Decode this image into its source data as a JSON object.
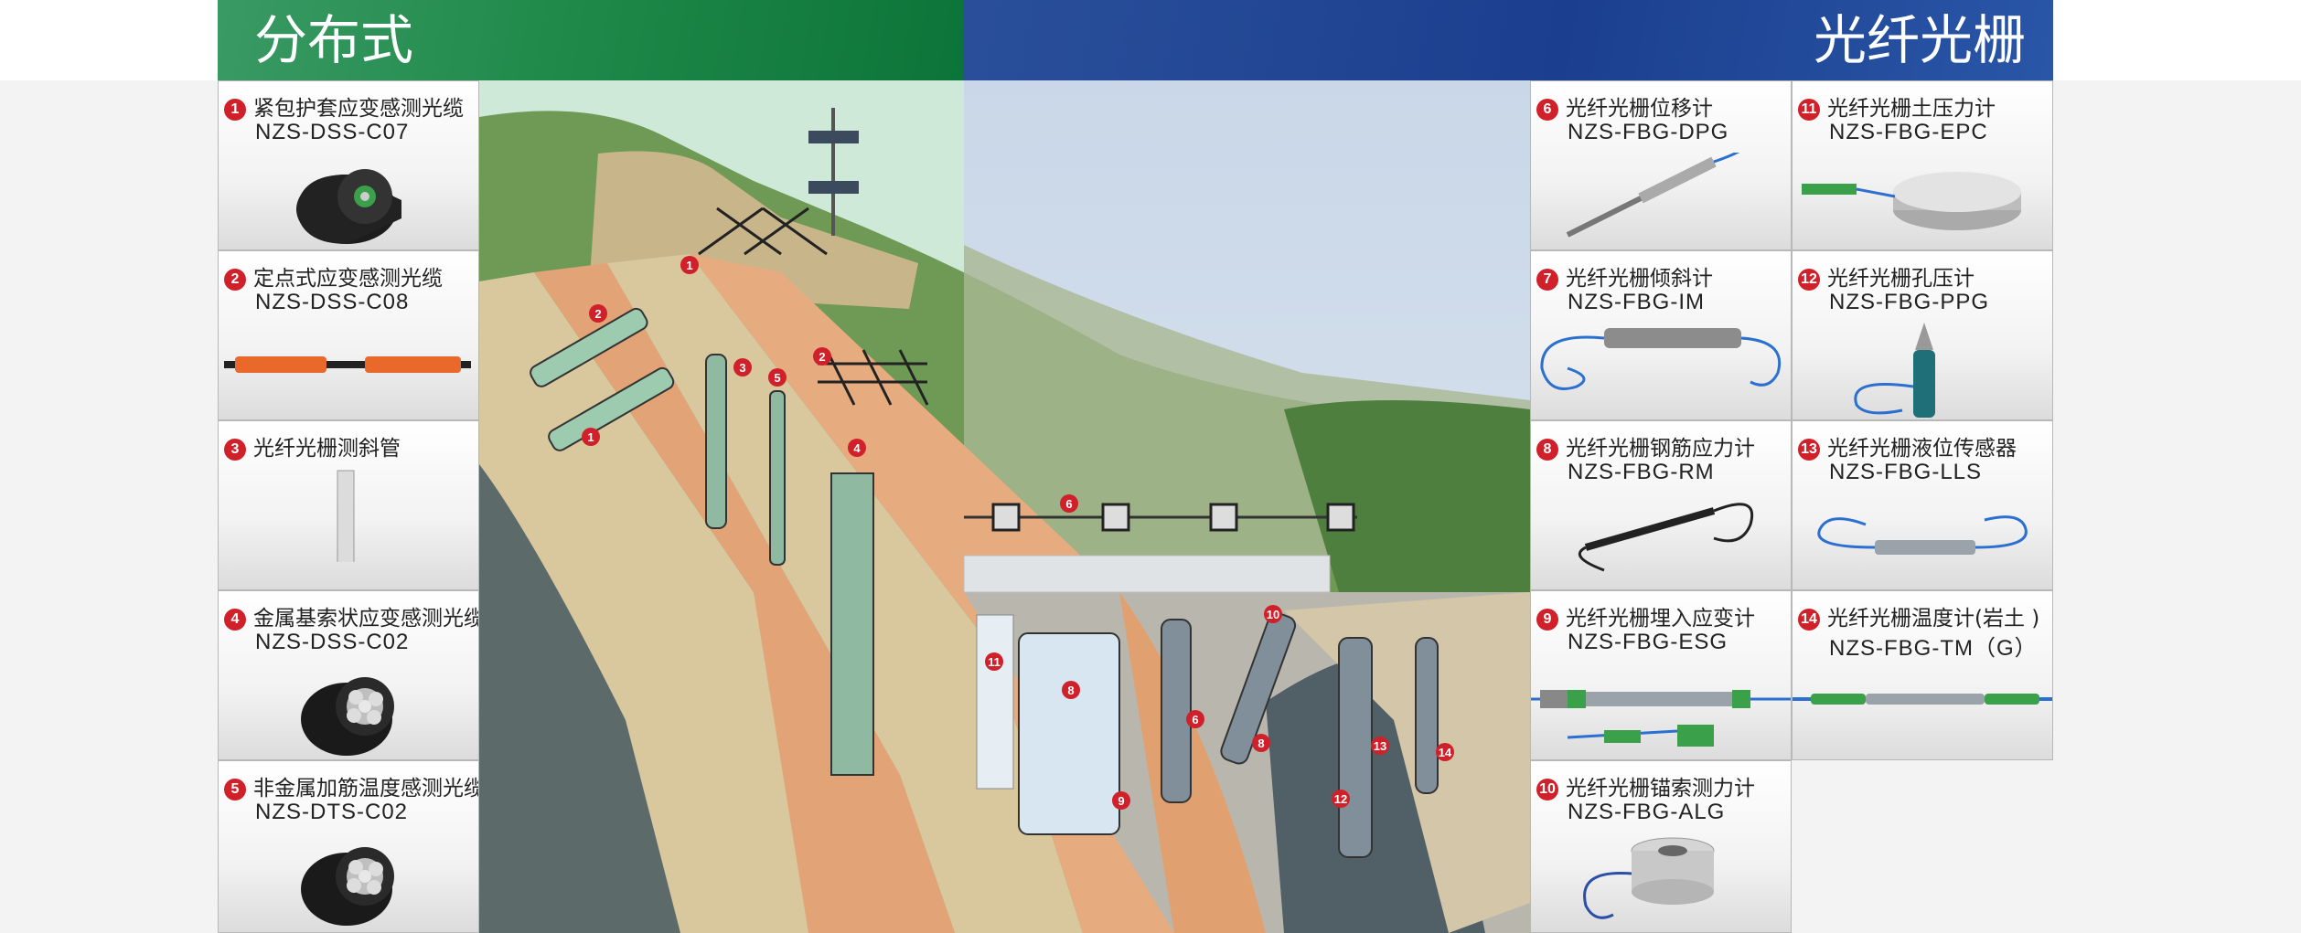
{
  "header": {
    "left_title": "分布式",
    "right_title": "光纤光栅"
  },
  "colors": {
    "left_green": "#0c7438",
    "right_blue": "#1b3f8e",
    "badge_red": "#d0202a"
  },
  "left_products": [
    {
      "num": "1",
      "name": "紧包护套应变感测光缆",
      "code": "NZS-DSS-C07",
      "icon": "cable-end-icon"
    },
    {
      "num": "2",
      "name": "定点式应变感测光缆",
      "code": "NZS-DSS-C08",
      "icon": "fixed-point-cable-icon"
    },
    {
      "num": "3",
      "name": "光纤光栅测斜管",
      "code": "",
      "icon": "inclinometer-tube-icon"
    },
    {
      "num": "4",
      "name": "金属基索状应变感测光缆",
      "code": "NZS-DSS-C02",
      "icon": "strand-cable-icon"
    },
    {
      "num": "5",
      "name": "非金属加筋温度感测光缆",
      "code": "NZS-DTS-C02",
      "icon": "strand-cable-icon"
    }
  ],
  "right_products": [
    {
      "num": "6",
      "name": "光纤光栅位移计",
      "code": "NZS-FBG-DPG",
      "icon": "displacement-gauge-icon"
    },
    {
      "num": "7",
      "name": "光纤光栅倾斜计",
      "code": "NZS-FBG-IM",
      "icon": "tiltmeter-icon"
    },
    {
      "num": "8",
      "name": "光纤光栅钢筋应力计",
      "code": "NZS-FBG-RM",
      "icon": "rebar-meter-icon"
    },
    {
      "num": "9",
      "name": "光纤光栅埋入应变计",
      "code": "NZS-FBG-ESG",
      "icon": "strain-gauge-icon"
    },
    {
      "num": "10",
      "name": "光纤光栅锚索测力计",
      "code": "NZS-FBG-ALG",
      "icon": "anchor-load-cell-icon"
    },
    {
      "num": "11",
      "name": "光纤光栅土压力计",
      "code": "NZS-FBG-EPC",
      "icon": "earth-pressure-cell-icon"
    },
    {
      "num": "12",
      "name": "光纤光栅孔压计",
      "code": "NZS-FBG-PPG",
      "icon": "piezometer-icon"
    },
    {
      "num": "13",
      "name": "光纤光栅液位传感器",
      "code": "NZS-FBG-LLS",
      "icon": "level-sensor-icon"
    },
    {
      "num": "14",
      "name": "光纤光栅温度计(岩土 )",
      "code": "NZS-FBG-TM（G）",
      "icon": "thermometer-icon"
    }
  ],
  "scene_markers": [
    "1",
    "2",
    "1",
    "2",
    "3",
    "5",
    "4",
    "2",
    "6",
    "11",
    "8",
    "6",
    "8",
    "10",
    "9",
    "13",
    "12",
    "14"
  ]
}
